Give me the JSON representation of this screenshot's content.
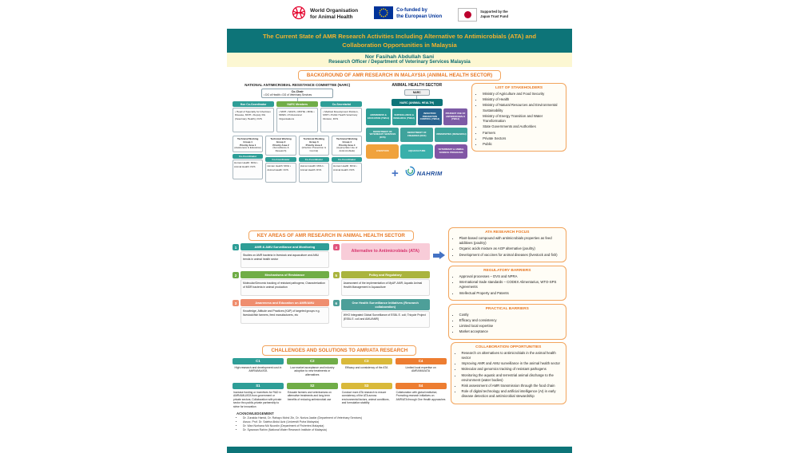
{
  "header": {
    "woah": {
      "line1": "World Organisation",
      "line2": "for Animal Health"
    },
    "eu": {
      "line1": "Co-funded by",
      "line2": "the European Union"
    },
    "japan": {
      "line1": "Supported by the",
      "line2": "Japan Trust Fund"
    }
  },
  "title": "The Current State of AMR Research Activities Including Alternative to Antimicrobials (ATA) and Collaboration Opportunities in Malaysia",
  "author": {
    "name": "Nor Fasihah Abdullah Sani",
    "role": "Research Officer / Department of Veterinary Services Malaysia"
  },
  "sections": {
    "background": "BACKGROUND OF AMR RESEARCH IN MALAYSIA (ANIMAL HEALTH SECTOR)",
    "key_areas": "KEY AREAS OF AMR RESEARCH IN ANIMAL HEALTH SECTOR",
    "challenges": "CHALLENGES AND SOLUTIONS TO AMR/ATA RESEARCH"
  },
  "narc_chart": {
    "title": "NATIONAL ANTIMICROBIAL RESISTANCE COMMITTEE (NARC)",
    "cochair": {
      "label": "Co-Chair",
      "items": "• DG of Health  • DG of Veterinary Services"
    },
    "columns": [
      {
        "label": "Hon Co-Coordinator",
        "items": "• Head of Specialty for Infectious Disease, MOH  • Deputy DG (Veterinary Health), DVS"
      },
      {
        "label": "NARC Members",
        "items": "• MOH  • MAFS  • MOHE  • MOE  • NRES  • Professional Organisations"
      },
      {
        "label": "Co-Secretariat",
        "items": "• Medical Development Division, MOH  • Public Health Veterinary Division, DVS"
      }
    ],
    "twgs": [
      {
        "line1": "Technical Working Group 1",
        "line2": "Priority Area 1",
        "line3": "(Awareness & Education)",
        "coord": "Co-Coordinator",
        "members": "Human Health: MOH • Animal Health: DVS"
      },
      {
        "line1": "Technical Working Group 2",
        "line2": "Priority Area 2",
        "line3": "(Surveillance & Research)",
        "coord": "Co-Coordinator",
        "members": "Human Health: MOH • Animal Health: DVS"
      },
      {
        "line1": "Technical Working Group 3",
        "line2": "Priority Area 3",
        "line3": "(Infection Prevention & Control)",
        "coord": "Co-Coordinator",
        "members": "Human Health: MOH • Animal Health: DVS"
      },
      {
        "line1": "Technical Working Group 4",
        "line2": "Priority Area 4",
        "line3": "(Appropriate Use of Antimicrobials)",
        "coord": "Co-Coordinator",
        "members": "Human Health: MOH • Animal Health: DVS"
      }
    ]
  },
  "ahs_chart": {
    "title": "ANIMAL HEALTH SECTOR",
    "parent": "NARC",
    "root": "NARC (ANIMAL HEALTH)",
    "twgs": [
      "AWARENESS & EDUCATION (TWG1)",
      "SURVEILLANCE & RESEARCH (TWG2)",
      "INFECTION PREVENTION CONTROL (TWG3)",
      "PRUDENT USE OF ANTIMICROBIALS (TWG4)"
    ],
    "agencies": [
      "DEPARTMENT OF VETERINARY SERVICES (DVS)",
      "DEPARTMENT OF FISHERIES (DOF)",
      "UNIVERSITIES (RESEARCH)"
    ],
    "programs": [
      "LIVESTOCK",
      "AQUACULTURE",
      "VETERINARY & ANIMAL SCIENCE PROGRAMS"
    ],
    "plus": "+",
    "nahrim": "NAHRIM"
  },
  "stakeholders": {
    "title": "LIST OF STAKEHOLDERS",
    "items": [
      "Ministry of Agriculture and Food Security",
      "Ministry of Health",
      "Ministry of Natural Resources and Environmental Sustainability",
      "Ministry of Energy Transition and Water Transformation",
      "State Governments and Authorities",
      "Farmers",
      "Private Sectors",
      "Public"
    ]
  },
  "key_areas": {
    "items": [
      {
        "num": "1",
        "title": "AMR & AMU Surveillance and Monitoring",
        "desc": "Studies on AMR bacteria in livestock and aquaculture and AMU trends in animal health sector"
      },
      {
        "num": "2",
        "title": "Mechanisms of Resistance",
        "desc": "Molecular/Genomic tracking of resistant pathogens; Characterization of MDR bacteria in animal production"
      },
      {
        "num": "3",
        "title": "Awareness and Education on AMR/AMU",
        "desc": "Knowledge, Attitude and Practices (KAP) of targeted groups e.g. livestock/fish farmers, feed manufacturers, etc"
      },
      {
        "num": "4",
        "title": "Alternative to Antimicrobials (ATA)",
        "desc": ""
      },
      {
        "num": "5",
        "title": "Policy and Regulatory",
        "desc": "Assessment of the implementation of MyAP-AMR; Aquatic Animal Health Management in Aquaculture"
      },
      {
        "num": "6",
        "title": "One Health Surveillance Initiatives (Research collaboration)",
        "desc": "WHO Integrated Global Surveillance of ESBL E. coli; Tricycle Project (ESBL E. coli and AMU/AMR)"
      }
    ]
  },
  "ata_focus": {
    "title": "ATA RESEARCH FOCUS",
    "items": [
      "Plant-based compound with antimicrobials properties as feed additives (poultry)",
      "Organic acids mixture as AGP alternative (poultry)",
      "Development of vaccines for animal diseases (livestock and fish)"
    ]
  },
  "regulatory_barriers": {
    "title": "REGULATORY BARRIERS",
    "items": [
      "Approval processes – DVS and NPRA",
      "International trade standards – CODEX Alimentarius, WTO-SPS Agreements",
      "Intellectual Property and Patents"
    ]
  },
  "practical_barriers": {
    "title": "PRACTICAL BARRIERS",
    "items": [
      "Costly",
      "Efficacy and consistency",
      "Limited local expertise",
      "Market acceptance"
    ]
  },
  "challenges": {
    "items": [
      {
        "id": "C1",
        "text": "High research and development cost in AMR/AMU/ATA"
      },
      {
        "id": "C2",
        "text": "Low market acceptance and industry adoption to new treatments or alternatives"
      },
      {
        "id": "C3",
        "text": "Efficacy and consistency of the ATA"
      },
      {
        "id": "C4",
        "text": "Limited local expertise on AMR/AMU/ATA"
      }
    ]
  },
  "solutions": {
    "items": [
      {
        "id": "S1",
        "text": "Increase funding or incentives for R&D in AMR/AMU/ATA from government or private sectors; Collaboration with private sector thru public-private partnership to strive for innovation"
      },
      {
        "id": "S2",
        "text": "Educate farmers and veterinarians on alternative treatments and long-term benefits of reducing antimicrobial use"
      },
      {
        "id": "S3",
        "text": "Conduct more ATA research to ensure consistency of the ATA across environmental factors, animal conditions, and formulation stability"
      },
      {
        "id": "S4",
        "text": "Collaboration with global institution; Promoting research initiatives on AMR/ATA through One Health approaches"
      }
    ]
  },
  "collaboration": {
    "title": "COLLABORATION OPPORTUNITIES",
    "items": [
      "Research on alternatives to antimicrobials in the animal health sector",
      "Improving AMR and AMU surveillance in the animal health sector",
      "Molecular and genomics tracking of resistant pathogens",
      "Monitoring the aquatic and terrestrial animal discharge to the environment (water bodies)",
      "Risk assessment of AMR transmission through the food chain",
      "Role of digital technology and artificial intelligence (AI) in early disease detection and antimicrobial stewardship"
    ]
  },
  "acknowledgement": {
    "title": "ACKNOWLEDGEMENT",
    "items": [
      "Dr. Zunaida Hamid, Dr. Rahayu Mohd Zin, Dr. Noriza Jaafar (Department of Veterinary Services)",
      "Assoc. Prof. Dr. Saleha Abdul Aziz (Universiti Putra Malaysia)",
      "Dr. Wan Norhana Md Noordin (Department of Fisheries Malaysia)",
      "Dr. Syazwan Rahim (National Water Research Institute of Malaysia)"
    ]
  },
  "colors": {
    "teal": "#0d7478",
    "gold": "#f4b32e",
    "orange": "#e87722",
    "green": "#70ad47",
    "arrow_blue": "#4472c4"
  }
}
